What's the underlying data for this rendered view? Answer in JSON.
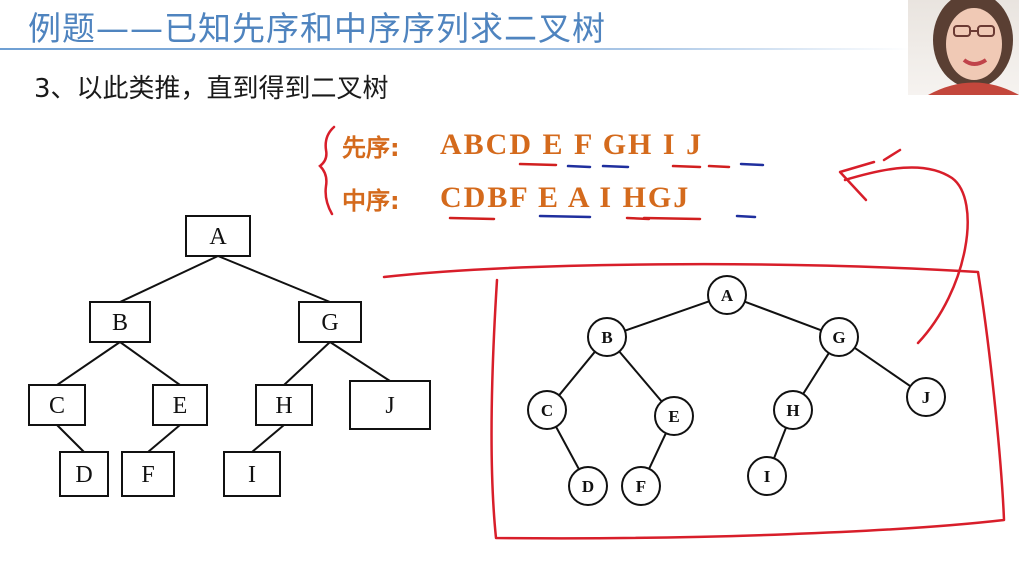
{
  "slide": {
    "title": "例题——已知先序和中序序列求二叉树",
    "step": "3、以此类推，直到得到二叉树"
  },
  "sequences": {
    "preorder_label": "先序:",
    "preorder_letters": "ABCD E F GH I J",
    "inorder_label": "中序:",
    "inorder_letters": "CDBF E A I HGJ"
  },
  "tree": {
    "nodes": [
      {
        "id": "A",
        "label": "A"
      },
      {
        "id": "B",
        "label": "B"
      },
      {
        "id": "G",
        "label": "G"
      },
      {
        "id": "C",
        "label": "C"
      },
      {
        "id": "E",
        "label": "E"
      },
      {
        "id": "H",
        "label": "H"
      },
      {
        "id": "J",
        "label": "J"
      },
      {
        "id": "D",
        "label": "D"
      },
      {
        "id": "F",
        "label": "F"
      },
      {
        "id": "I",
        "label": "I"
      }
    ],
    "edges": [
      [
        "A",
        "B"
      ],
      [
        "A",
        "G"
      ],
      [
        "B",
        "C"
      ],
      [
        "B",
        "E"
      ],
      [
        "G",
        "H"
      ],
      [
        "G",
        "J"
      ],
      [
        "C",
        "D"
      ],
      [
        "E",
        "F"
      ],
      [
        "H",
        "I"
      ]
    ]
  },
  "colors": {
    "title": "#4f84bf",
    "sequence_text": "#d46a1c",
    "underline_red": "#d11f1f",
    "underline_blue": "#1f2f9e",
    "annotation": "#d81e2a"
  }
}
